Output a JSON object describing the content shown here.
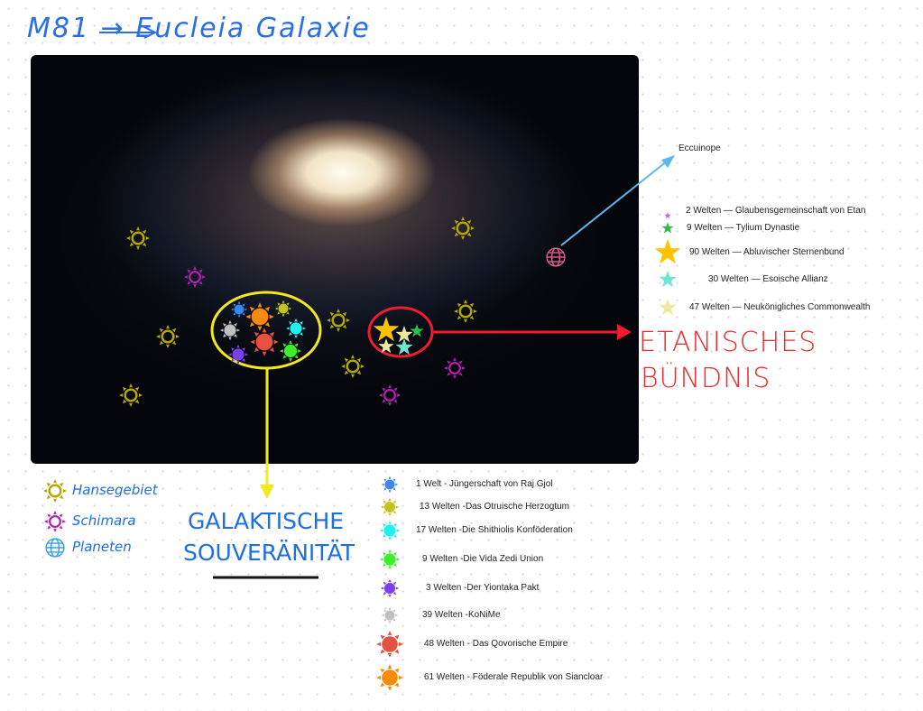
{
  "title": "M81 → Eucleia Galaxie",
  "planet_label": "Eccuinope",
  "star_legend": [
    {
      "text": "2 Welten — Glaubensgemeinschaft von Etan",
      "color": "#b06be8"
    },
    {
      "text": "9 Welten — Tylium Dynastie",
      "color": "#2ebd4a"
    },
    {
      "text": "90 Welten — Abluvischer Sternenbund",
      "color": "#fcc200"
    },
    {
      "text": "30 Welten — Esoische Allianz",
      "color": "#6fe6d2"
    },
    {
      "text": "47 Welten — Neukönigliches Commonwealth",
      "color": "#eee99a"
    }
  ],
  "sun_legend": [
    {
      "text": "1 Welt - Jüngerschaft von Raj Gjol",
      "color": "#3b86f0"
    },
    {
      "text": "13 Welten -Das Otruische Herzogtum",
      "color": "#c4c41e"
    },
    {
      "text": "17 Welten -Die Shithiolis Konföderation",
      "color": "#22f0ee"
    },
    {
      "text": "9 Welten -Die Vida Zedi Union",
      "color": "#3cee28"
    },
    {
      "text": "3 Welten -Der Yiontaka Pakt",
      "color": "#7a3ff0"
    },
    {
      "text": "39 Welten -KoNiMe",
      "color": "#c0c0c0"
    },
    {
      "text": "48 Welten - Das Qovorische Empire",
      "color": "#e8503f"
    },
    {
      "text": "61 Welten - Föderale Republik von Siancloar",
      "color": "#fa8a0c"
    }
  ],
  "type_legend": [
    {
      "text": "Hansegebiet",
      "color": "#b5a800"
    },
    {
      "text": "Schimara",
      "color": "#b222b0"
    },
    {
      "text": "Planeten",
      "color": "#3aa0e0"
    }
  ],
  "etanisches": [
    "ETANISCHES",
    "BÜNDNIS"
  ],
  "galaktische": [
    "GALAKTISCHE",
    "SOUVERÄNITÄT"
  ]
}
